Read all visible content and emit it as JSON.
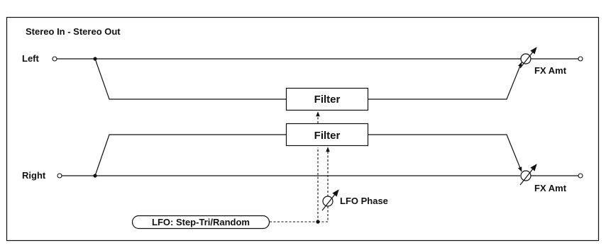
{
  "diagram": {
    "title": "Stereo In - Stereo Out",
    "inputs": {
      "left": "Left",
      "right": "Right"
    },
    "blocks": {
      "filter_top": "Filter",
      "filter_bottom": "Filter"
    },
    "amp_labels": {
      "top": "FX Amt",
      "bottom": "FX Amt"
    },
    "lfo_phase_label": "LFO Phase",
    "lfo_source_label": "LFO: Step-Tri/Random"
  }
}
